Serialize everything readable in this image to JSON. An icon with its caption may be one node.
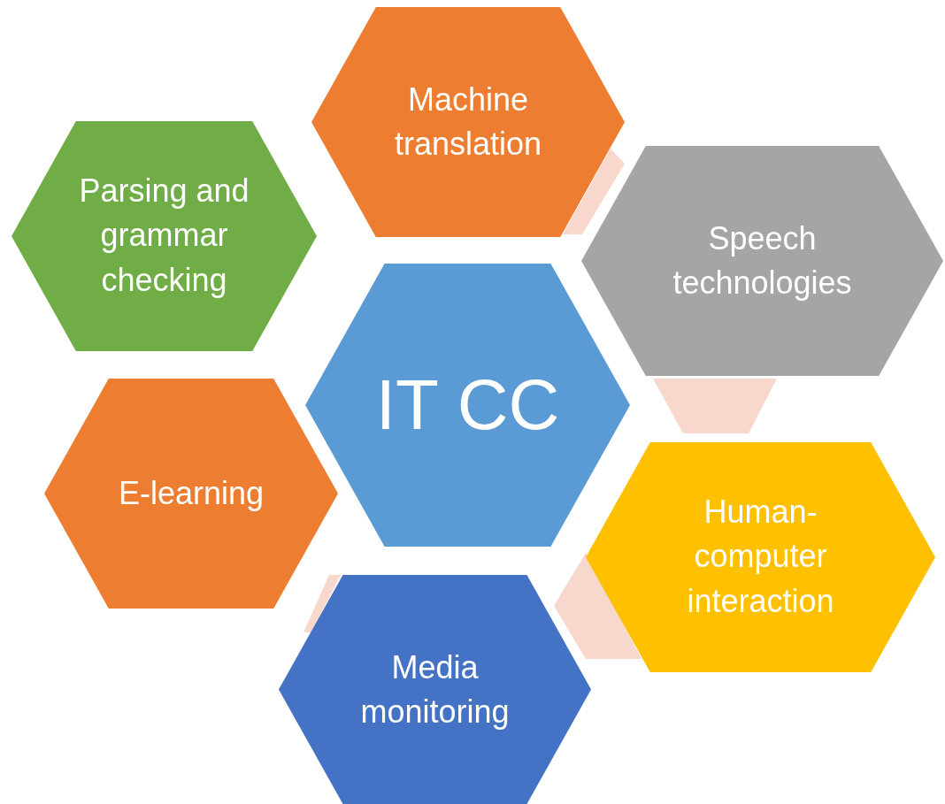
{
  "diagram": {
    "nodes": [
      {
        "text": [
          "Machine translation"
        ]
      },
      {
        "text": [
          "Parsing and grammar checking"
        ]
      },
      {
        "text": [
          "Speech technologies"
        ]
      },
      {
        "text": [
          "IT CC"
        ]
      },
      {
        "text": [
          "E-learning"
        ]
      },
      {
        "text": [
          "Human-computer interaction"
        ]
      },
      {
        "text": [
          "Media monitoring"
        ]
      }
    ]
  }
}
